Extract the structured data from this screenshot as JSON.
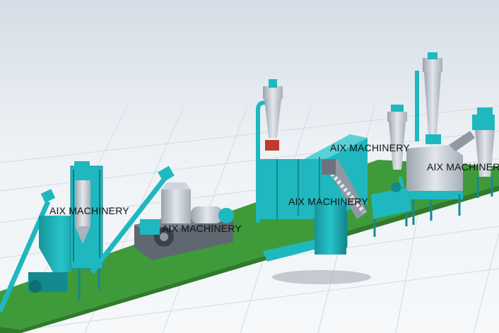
{
  "watermarks": [
    {
      "id": "wm-1",
      "text": "AIX MACHINERY"
    },
    {
      "id": "wm-2",
      "text": "AIX MACHINERY"
    },
    {
      "id": "wm-3",
      "text": "AIX MACHINERY"
    },
    {
      "id": "wm-4",
      "text": "AIX MACHINERY"
    },
    {
      "id": "wm-5",
      "text": "AIX MACHINERY"
    }
  ],
  "colors": {
    "machine": "#1fb8bf",
    "machine_dark": "#128a90",
    "floor_green": "#3f9a3a",
    "steel": "#bfc6cf",
    "steel_dark": "#8f98a3",
    "background": "#e9eef3"
  }
}
